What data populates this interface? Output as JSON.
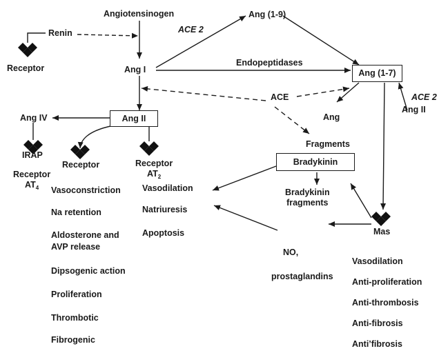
{
  "nodes": {
    "angiotensinogen": "Angiotensinogen",
    "renin": "Renin",
    "receptor_renin": "Receptor",
    "ang_i": "Ang I",
    "ace2_top": "ACE 2",
    "ang_1_9": "Ang (1-9)",
    "endopeptidases": "Endopeptidases",
    "ang_1_7": "Ang (1-7)",
    "ace2_right": "ACE 2",
    "ang_ii_right": "Ang II",
    "ace": "ACE",
    "ang_right": "Ang",
    "ang_ii": "Ang II",
    "ang_iv": "Ang IV",
    "irap": "IRAP",
    "receptor_at4_line1": "Receptor",
    "receptor_at4_line2": "AT",
    "receptor_at4_sub": "4",
    "receptor_center": "Receptor",
    "receptor_at2_line1": "Receptor",
    "receptor_at2_line2": "AT",
    "receptor_at2_sub": "2",
    "fragments": "Fragments",
    "bradykinin": "Bradykinin",
    "bradykinin_fragments_line1": "Bradykinin",
    "bradykinin_fragments_line2": "fragments",
    "mas": "Mas",
    "no_line1": "NO,",
    "no_line2": "prostaglandins"
  },
  "effects_at1": [
    "Vasoconstriction",
    "Na retention",
    "Aldosterone and",
    "AVP release",
    "Dipsogenic action",
    "Proliferation",
    "Thrombotic",
    "Fibrogenic"
  ],
  "effects_at2": [
    "Vasodilation",
    "Natriuresis",
    "Apoptosis"
  ],
  "effects_mas": [
    "Vasodilation",
    "Anti-proliferation",
    "Anti-thrombosis",
    "Anti-fibrosis",
    "Anti’fibrosis"
  ]
}
